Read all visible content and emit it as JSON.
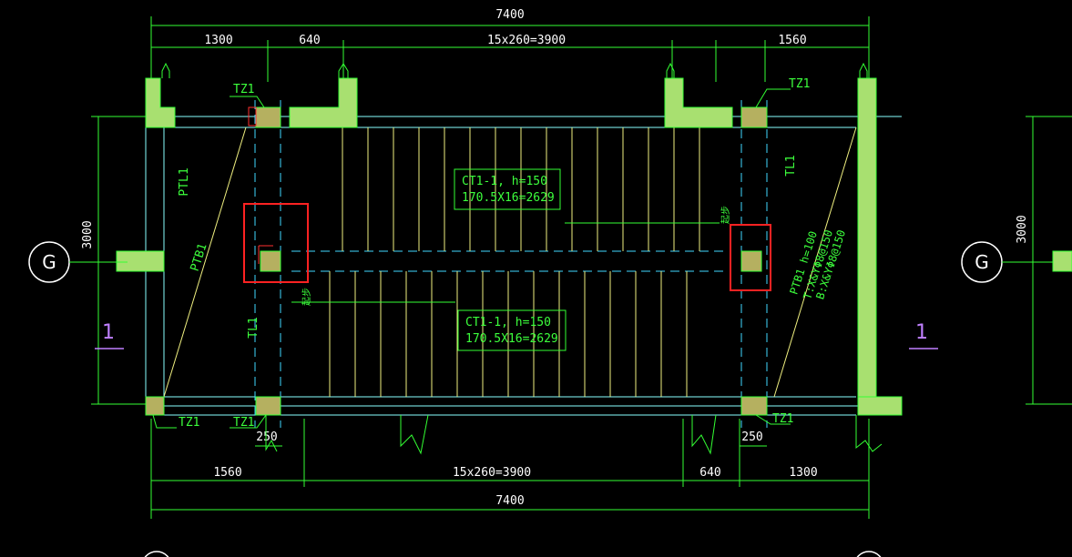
{
  "colors": {
    "background": "#000000",
    "dimension_line": "#33ff33",
    "dimension_text": "#ffffff",
    "wall_fill": "#a8e070",
    "column_fill": "#b5b060",
    "axis_dashed": "#40d8ff",
    "stair_line": "#f0f080",
    "cyan_line": "#88ffff",
    "highlight_box": "#ff2222",
    "section_mark": "#c080ff",
    "text_label": "#3cff3c"
  },
  "dimensions": {
    "top_total": "7400",
    "top_left": "1300",
    "top_mid": "640",
    "top_steps": "15x260=3900",
    "top_right": "1560",
    "bottom_left": "1560",
    "bottom_steps": "15x260=3900",
    "bottom_mid": "640",
    "bottom_right": "1300",
    "bottom_total": "7400",
    "bottom_col_left": "250",
    "bottom_col_right": "250",
    "left_height": "3000",
    "right_height": "3000"
  },
  "labels": {
    "tz1_top_left": "TZ1",
    "tz1_top_right": "TZ1",
    "tz1_bottom_left": "TZ1",
    "tz1_bottom_mid": "TZ1",
    "tz1_bottom_right": "TZ1",
    "ptl1": "PTL1",
    "tl1_right": "TL1",
    "tl1_left": "TL1",
    "ptb1_left": "PTB1",
    "ptb1_right": "PTB1  h=100",
    "ptb1_reinf_1": "T:X&YΦ8@150",
    "ptb1_reinf_2": "B:X&YΦ8@150",
    "stair_upper_1": "CT1-1, h=150",
    "stair_upper_2": "170.5X16=2629",
    "stair_lower_1": "CT1-1, h=150",
    "stair_lower_2": "170.5X16=2629",
    "start_up_right": "起步",
    "start_up_left": "起步"
  },
  "axes": {
    "grid_left": "G",
    "grid_right": "G",
    "section_left": "1",
    "section_right": "1"
  }
}
